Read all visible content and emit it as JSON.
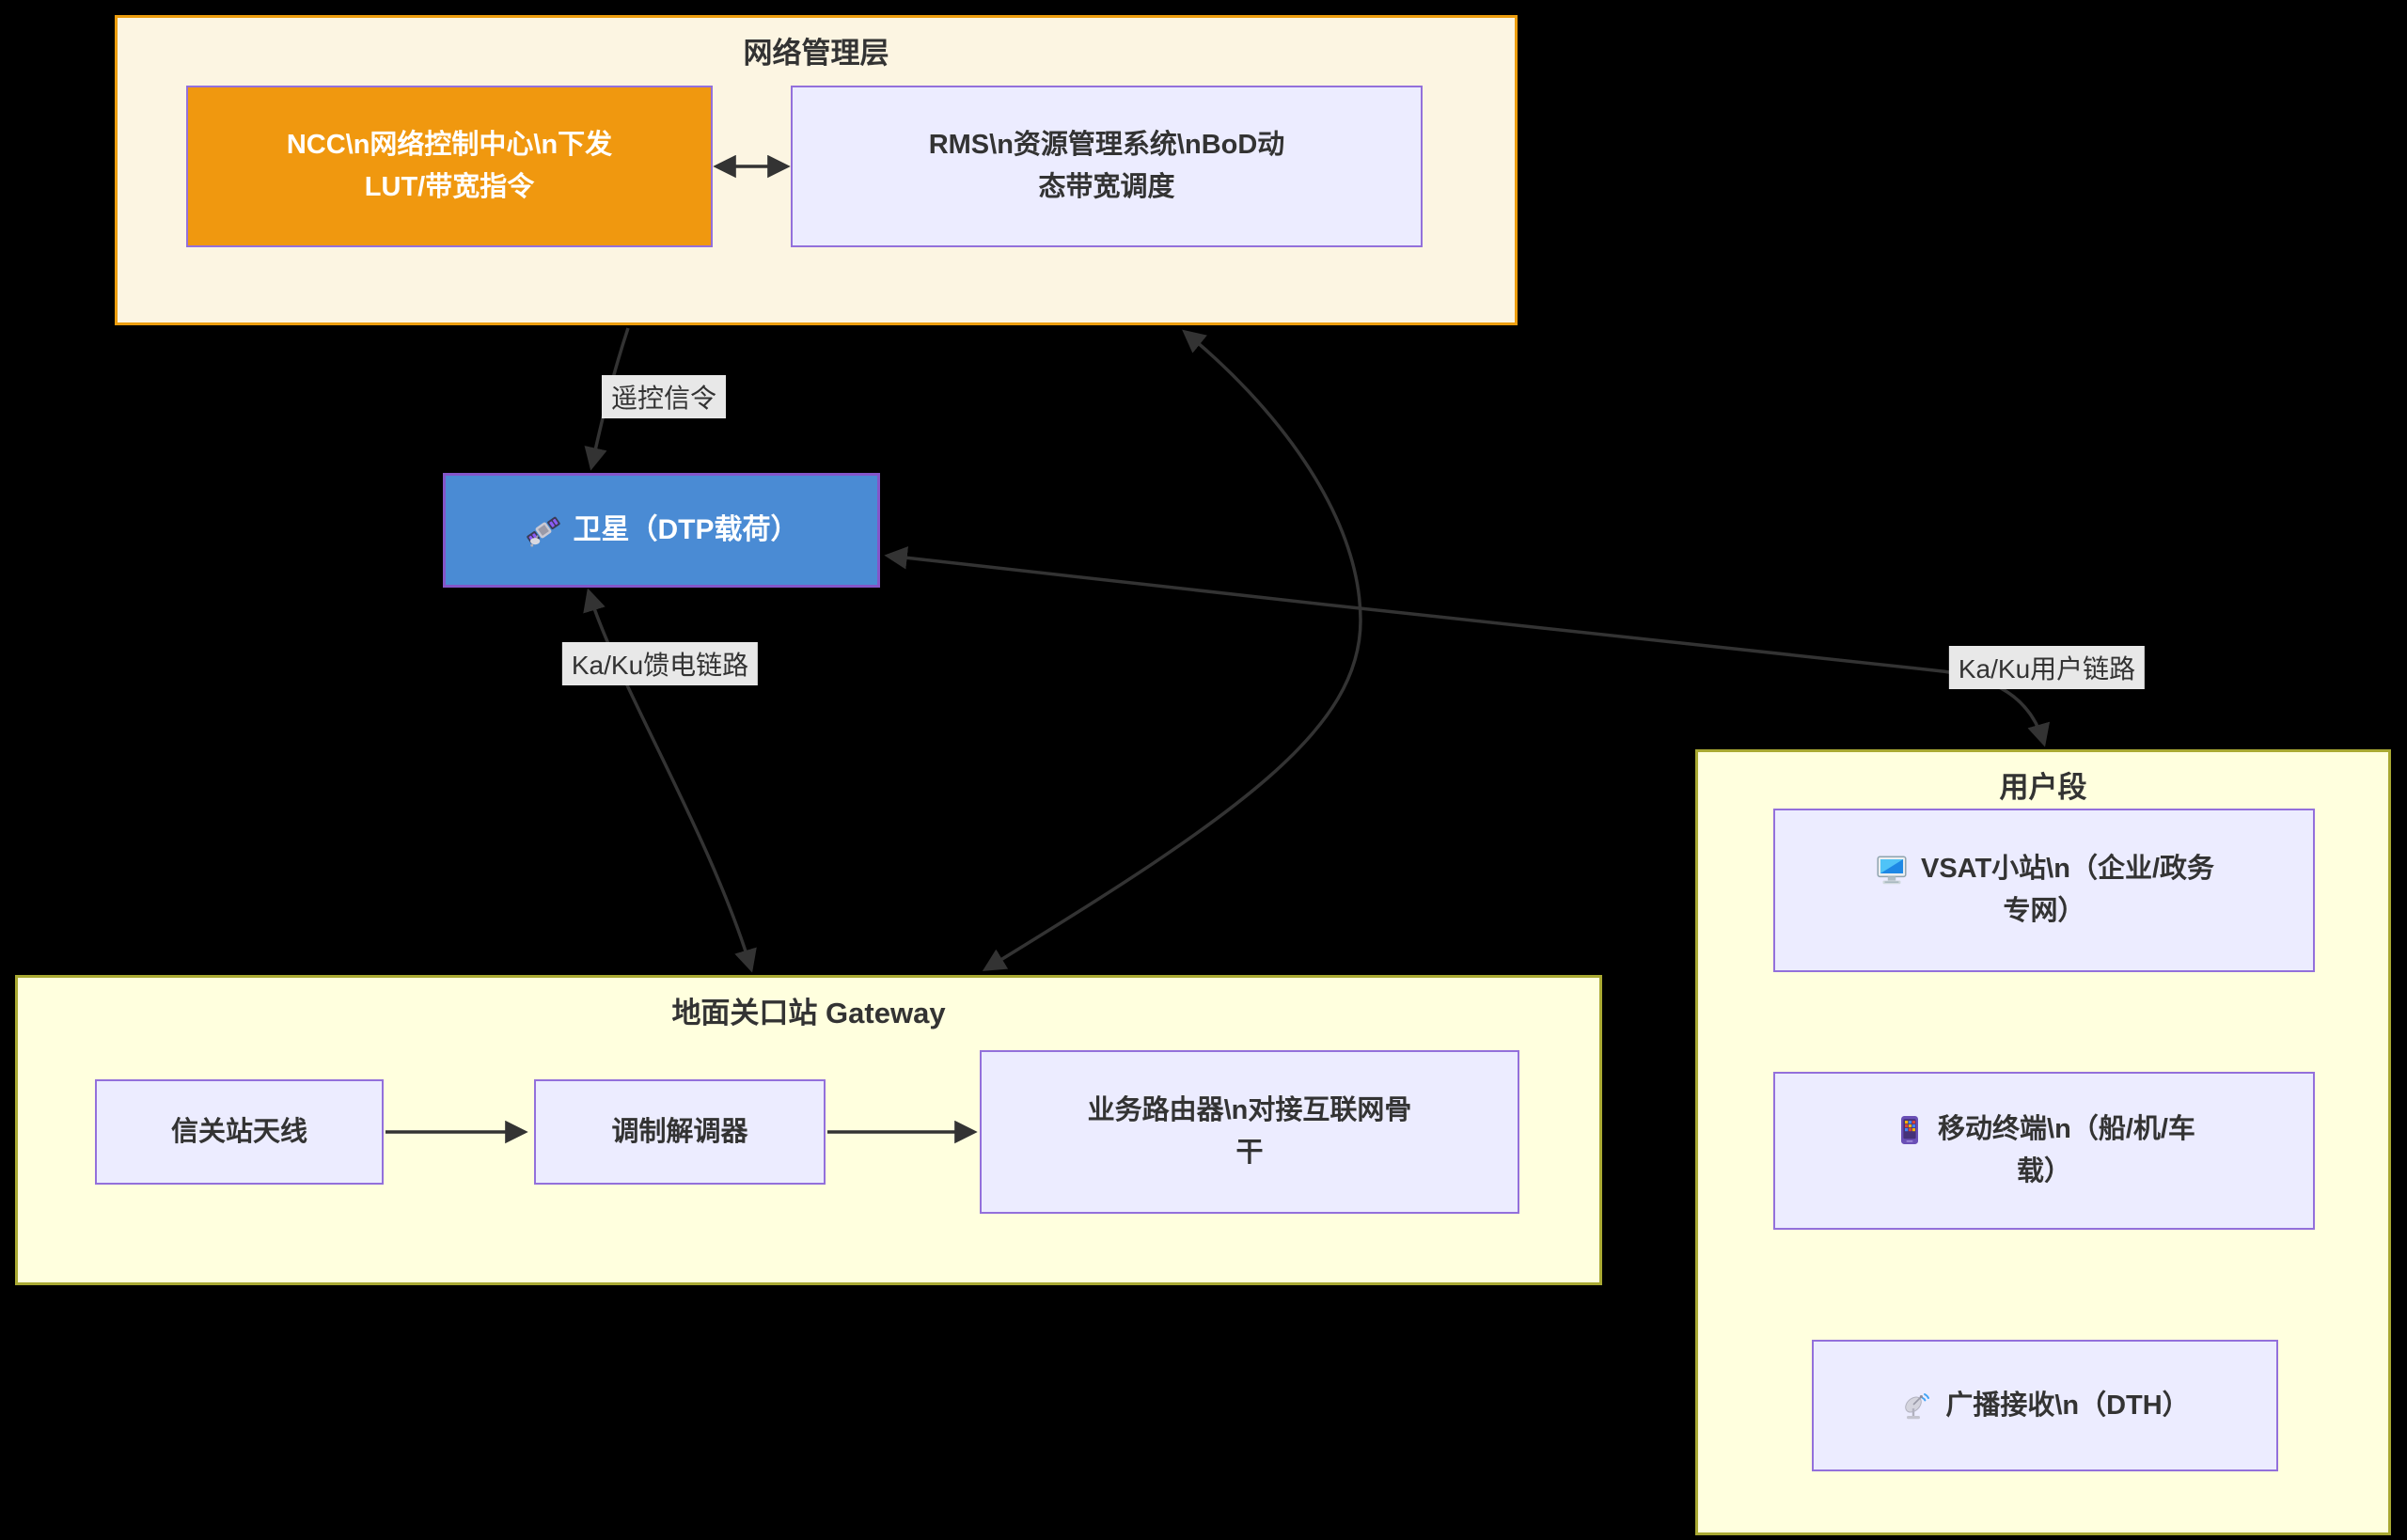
{
  "diagram": {
    "background": "#000000",
    "clusters": {
      "network_management": {
        "title": "网络管理层",
        "fill": "#FCF5E2",
        "stroke": "#EC9D0E"
      },
      "gateway": {
        "title": "地面关口站 Gateway",
        "fill": "#FFFFDE",
        "stroke": "#A9A933"
      },
      "user_segment": {
        "title": "用户段",
        "fill": "#FFFFDE",
        "stroke": "#A9A933"
      }
    },
    "nodes": {
      "ncc": {
        "lines": [
          "NCC\\n网络控制中心\\n下发",
          "LUT/带宽指令"
        ],
        "fill": "#F0980F",
        "text_color": "#FFFFFF"
      },
      "rms": {
        "lines": [
          "RMS\\n资源管理系统\\nBoD动",
          "态带宽调度"
        ],
        "fill": "#ECECFF"
      },
      "satellite": {
        "icon": "satellite-icon",
        "lines": [
          "卫星（DTP载荷）"
        ],
        "fill": "#4A8BD4",
        "text_color": "#FFFFFF"
      },
      "antenna": {
        "lines": [
          "信关站天线"
        ],
        "fill": "#ECECFF"
      },
      "modem": {
        "lines": [
          "调制解调器"
        ],
        "fill": "#ECECFF"
      },
      "router": {
        "lines": [
          "业务路由器\\n对接互联网骨",
          "干"
        ],
        "fill": "#ECECFF"
      },
      "vsat": {
        "icon": "desktop-computer-icon",
        "lines": [
          "VSAT小站\\n（企业/政务",
          "专网）"
        ],
        "fill": "#ECECFF"
      },
      "mobile": {
        "icon": "mobile-phone-icon",
        "lines": [
          "移动终端\\n（船/机/车",
          "载）"
        ],
        "fill": "#ECECFF"
      },
      "broadcast": {
        "icon": "satellite-antenna-icon",
        "lines": [
          "广播接收\\n（DTH）"
        ],
        "fill": "#ECECFF"
      }
    },
    "edge_labels": {
      "telemetry": "遥控信令",
      "feeder": "Ka/Ku馈电链路",
      "user_link": "Ka/Ku用户链路"
    },
    "edge_color": "#333333",
    "node_border_color": "#9370DB"
  }
}
